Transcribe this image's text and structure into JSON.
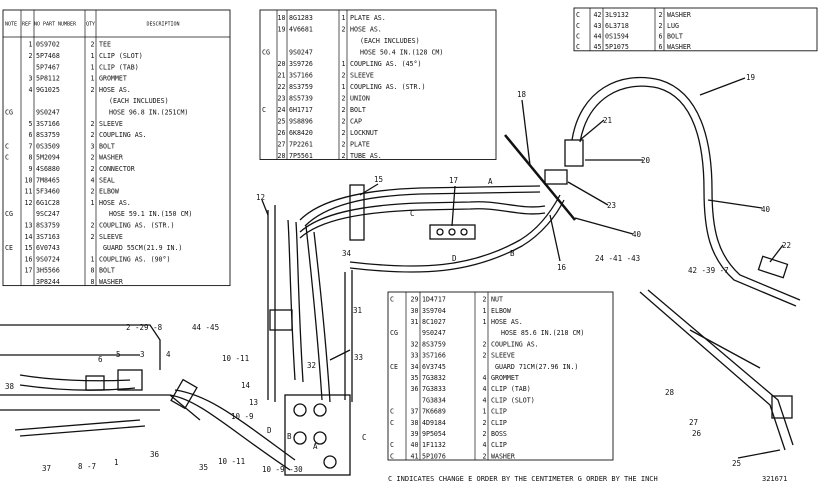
{
  "tables": {
    "left": {
      "headers": [
        "NOTE",
        "REF NO",
        "PART NUMBER",
        "QTY",
        "DESCRIPTION"
      ],
      "rows": [
        {
          "note": "",
          "ref": "1",
          "part": "0S9702",
          "qty": "2",
          "desc": "TEE"
        },
        {
          "note": "",
          "ref": "2",
          "part": "5P7468",
          "qty": "1",
          "desc": "CLIP (SLOT)"
        },
        {
          "note": "",
          "ref": "",
          "part": "5P7467",
          "qty": "1",
          "desc": "CLIP (TAB)"
        },
        {
          "note": "",
          "ref": "3",
          "part": "5P8112",
          "qty": "1",
          "desc": "GROMMET"
        },
        {
          "note": "",
          "ref": "4",
          "part": "9G1025",
          "qty": "2",
          "desc": "HOSE AS."
        },
        {
          "note": "",
          "ref": "",
          "part": "",
          "qty": "",
          "desc": "(EACH INCLUDES)"
        },
        {
          "note": "CG",
          "ref": "",
          "part": "9S0247",
          "qty": "",
          "desc": "HOSE 96.8 IN.(251CM)"
        },
        {
          "note": "",
          "ref": "5",
          "part": "3S7166",
          "qty": "2",
          "desc": "SLEEVE"
        },
        {
          "note": "",
          "ref": "6",
          "part": "8S3759",
          "qty": "2",
          "desc": "COUPLING AS."
        },
        {
          "note": "C",
          "ref": "7",
          "part": "0S3509",
          "qty": "3",
          "desc": "BOLT"
        },
        {
          "note": "C",
          "ref": "8",
          "part": "5M2094",
          "qty": "2",
          "desc": "WASHER"
        },
        {
          "note": "",
          "ref": "9",
          "part": "4S6880",
          "qty": "2",
          "desc": "CONNECTOR"
        },
        {
          "note": "",
          "ref": "10",
          "part": "7M8465",
          "qty": "4",
          "desc": "SEAL"
        },
        {
          "note": "",
          "ref": "11",
          "part": "5F3460",
          "qty": "2",
          "desc": "ELBOW"
        },
        {
          "note": "",
          "ref": "12",
          "part": "6G1C28",
          "qty": "1",
          "desc": "HOSE AS."
        },
        {
          "note": "CG",
          "ref": "",
          "part": "9SC247",
          "qty": "",
          "desc": "HOSE 59.1 IN.(150 CM)"
        },
        {
          "note": "",
          "ref": "13",
          "part": "8S3759",
          "qty": "2",
          "desc": "COUPLING AS. (STR.)"
        },
        {
          "note": "",
          "ref": "14",
          "part": "3S7163",
          "qty": "2",
          "desc": "SLEEVE"
        },
        {
          "note": "CE",
          "ref": "15",
          "part": "6V0743",
          "qty": "",
          "desc": "GUARD 55CM(21.9 IN.)"
        },
        {
          "note": "",
          "ref": "16",
          "part": "9S0724",
          "qty": "1",
          "desc": "COUPLING AS. (90°)"
        },
        {
          "note": "",
          "ref": "17",
          "part": "3H5566",
          "qty": "8",
          "desc": "BOLT"
        },
        {
          "note": "",
          "ref": "",
          "part": "3P8244",
          "qty": "8",
          "desc": "WASHER"
        }
      ]
    },
    "middle": {
      "rows": [
        {
          "note": "",
          "ref": "18",
          "part": "8G1283",
          "qty": "1",
          "desc": "PLATE AS."
        },
        {
          "note": "",
          "ref": "19",
          "part": "4V6681",
          "qty": "2",
          "desc": "HOSE AS."
        },
        {
          "note": "",
          "ref": "",
          "part": "",
          "qty": "",
          "desc": "(EACH INCLUDES)"
        },
        {
          "note": "CG",
          "ref": "",
          "part": "9S0247",
          "qty": "",
          "desc": "HOSE 50.4 IN.(128 CM)"
        },
        {
          "note": "",
          "ref": "20",
          "part": "3S9726",
          "qty": "1",
          "desc": "COUPLING AS. (45°)"
        },
        {
          "note": "",
          "ref": "21",
          "part": "3S7166",
          "qty": "2",
          "desc": "SLEEVE"
        },
        {
          "note": "",
          "ref": "22",
          "part": "8S3759",
          "qty": "1",
          "desc": "COUPLING AS. (STR.)"
        },
        {
          "note": "",
          "ref": "23",
          "part": "8S5739",
          "qty": "2",
          "desc": "UNION"
        },
        {
          "note": "C",
          "ref": "24",
          "part": "6H1717",
          "qty": "2",
          "desc": "BOLT"
        },
        {
          "note": "",
          "ref": "25",
          "part": "9S8896",
          "qty": "2",
          "desc": "CAP"
        },
        {
          "note": "",
          "ref": "26",
          "part": "6K8420",
          "qty": "2",
          "desc": "LOCKNUT"
        },
        {
          "note": "",
          "ref": "27",
          "part": "7P2261",
          "qty": "2",
          "desc": "PLATE"
        },
        {
          "note": "",
          "ref": "28",
          "part": "7P5561",
          "qty": "2",
          "desc": "TUBE AS."
        }
      ]
    },
    "topright": {
      "rows": [
        {
          "note": "C",
          "ref": "42",
          "part": "3L9132",
          "qty": "2",
          "desc": "WASHER"
        },
        {
          "note": "C",
          "ref": "43",
          "part": "6L3718",
          "qty": "2",
          "desc": "LUG"
        },
        {
          "note": "C",
          "ref": "44",
          "part": "0S1594",
          "qty": "6",
          "desc": "BOLT"
        },
        {
          "note": "C",
          "ref": "45",
          "part": "5P1075",
          "qty": "6",
          "desc": "WASHER"
        }
      ]
    },
    "bottom": {
      "rows": [
        {
          "note": "C",
          "ref": "29",
          "part": "1D4717",
          "qty": "2",
          "desc": "NUT"
        },
        {
          "note": "",
          "ref": "30",
          "part": "3S9704",
          "qty": "1",
          "desc": "ELBOW"
        },
        {
          "note": "",
          "ref": "31",
          "part": "8C1027",
          "qty": "1",
          "desc": "HOSE AS."
        },
        {
          "note": "CG",
          "ref": "",
          "part": "9S0247",
          "qty": "",
          "desc": "HOSE 85.6 IN.(218 CM)"
        },
        {
          "note": "",
          "ref": "32",
          "part": "8S3759",
          "qty": "2",
          "desc": "COUPLING AS."
        },
        {
          "note": "",
          "ref": "33",
          "part": "3S7166",
          "qty": "2",
          "desc": "SLEEVE"
        },
        {
          "note": "CE",
          "ref": "34",
          "part": "6V3745",
          "qty": "",
          "desc": "GUARD 71CM(27.96 IN.)"
        },
        {
          "note": "",
          "ref": "35",
          "part": "7G3832",
          "qty": "4",
          "desc": "GROMMET"
        },
        {
          "note": "",
          "ref": "36",
          "part": "7G3833",
          "qty": "4",
          "desc": "CLIP (TAB)"
        },
        {
          "note": "",
          "ref": "",
          "part": "7G3834",
          "qty": "4",
          "desc": "CLIP (SLOT)"
        },
        {
          "note": "C",
          "ref": "37",
          "part": "7K6689",
          "qty": "1",
          "desc": "CLIP"
        },
        {
          "note": "C",
          "ref": "38",
          "part": "4D9184",
          "qty": "2",
          "desc": "CLIP"
        },
        {
          "note": "",
          "ref": "39",
          "part": "9P5054",
          "qty": "2",
          "desc": "BOSS"
        },
        {
          "note": "C",
          "ref": "40",
          "part": "1F1132",
          "qty": "4",
          "desc": "CLIP"
        },
        {
          "note": "C",
          "ref": "41",
          "part": "5P1076",
          "qty": "2",
          "desc": "WASHER"
        }
      ]
    }
  },
  "callouts": [
    {
      "id": "c1",
      "text": "12"
    },
    {
      "id": "c2",
      "text": "15"
    },
    {
      "id": "c3",
      "text": "17"
    },
    {
      "id": "c4",
      "text": "A"
    },
    {
      "id": "c5",
      "text": "18"
    },
    {
      "id": "c6",
      "text": "21"
    },
    {
      "id": "c7",
      "text": "19"
    },
    {
      "id": "c8",
      "text": "20"
    },
    {
      "id": "c9",
      "text": "23"
    },
    {
      "id": "c10",
      "text": "40"
    },
    {
      "id": "c11",
      "text": "C"
    },
    {
      "id": "c12",
      "text": "D"
    },
    {
      "id": "c13",
      "text": "B"
    },
    {
      "id": "c14",
      "text": "16"
    },
    {
      "id": "c15",
      "text": "24 -41 -43"
    },
    {
      "id": "c16",
      "text": "40"
    },
    {
      "id": "c17",
      "text": "22"
    },
    {
      "id": "c18",
      "text": "42 -39 -7"
    },
    {
      "id": "c19",
      "text": "34"
    },
    {
      "id": "c20",
      "text": "31"
    },
    {
      "id": "c21",
      "text": "2 -29 -8"
    },
    {
      "id": "c22",
      "text": "44 -45"
    },
    {
      "id": "c23",
      "text": "6"
    },
    {
      "id": "c24",
      "text": "5"
    },
    {
      "id": "c25",
      "text": "3"
    },
    {
      "id": "c26",
      "text": "4"
    },
    {
      "id": "c27",
      "text": "10 -11"
    },
    {
      "id": "c28",
      "text": "32"
    },
    {
      "id": "c29",
      "text": "33"
    },
    {
      "id": "c30",
      "text": "14"
    },
    {
      "id": "c31",
      "text": "13"
    },
    {
      "id": "c32",
      "text": "10 -9"
    },
    {
      "id": "c33",
      "text": "D"
    },
    {
      "id": "c34",
      "text": "B"
    },
    {
      "id": "c35",
      "text": "C"
    },
    {
      "id": "c36",
      "text": "A"
    },
    {
      "id": "c37",
      "text": "10 -11"
    },
    {
      "id": "c38",
      "text": "10 -9 -30"
    },
    {
      "id": "c39",
      "text": "38"
    },
    {
      "id": "c40",
      "text": "37"
    },
    {
      "id": "c41",
      "text": "8 -7"
    },
    {
      "id": "c42",
      "text": "1"
    },
    {
      "id": "c43",
      "text": "36"
    },
    {
      "id": "c44",
      "text": "35"
    },
    {
      "id": "c45",
      "text": "28"
    },
    {
      "id": "c46",
      "text": "27"
    },
    {
      "id": "c47",
      "text": "26"
    },
    {
      "id": "c48",
      "text": "25"
    }
  ],
  "footer": {
    "legend": "C  INDICATES CHANGE    E  ORDER BY THE CENTIMETER    G  ORDER BY THE INCH",
    "figure_number": "321671"
  }
}
